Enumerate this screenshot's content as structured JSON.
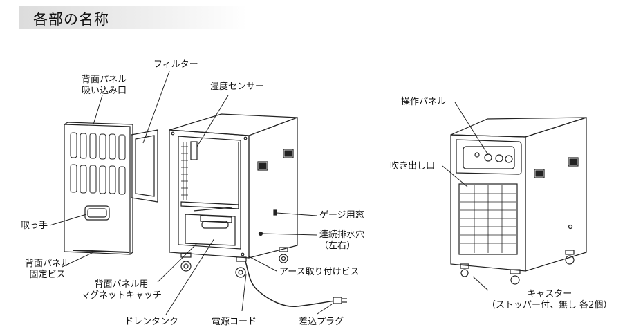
{
  "header": {
    "title": "各部の名称"
  },
  "labels": {
    "back_panel_intake_line1": "背面パネル",
    "back_panel_intake_line2": "吸い込み口",
    "filter": "フィルター",
    "humidity_sensor": "湿度センサー",
    "handle": "取っ手",
    "back_panel_screw_line1": "背面パネル",
    "back_panel_screw_line2": "固定ビス",
    "magnet_catch_line1": "背面パネル用",
    "magnet_catch_line2": "マグネットキャッチ",
    "drain_tank": "ドレンタンク",
    "power_cord": "電源コード",
    "plug": "差込プラグ",
    "ground_screw": "アース取り付けビス",
    "gauge_window": "ゲージ用窓",
    "drain_hole_line1": "連続排水穴",
    "drain_hole_line2": "（左右）",
    "control_panel": "操作パネル",
    "outlet": "吹き出し口",
    "caster_line1": "キャスター",
    "caster_line2": "（ストッパー付、無し 各2個）"
  }
}
